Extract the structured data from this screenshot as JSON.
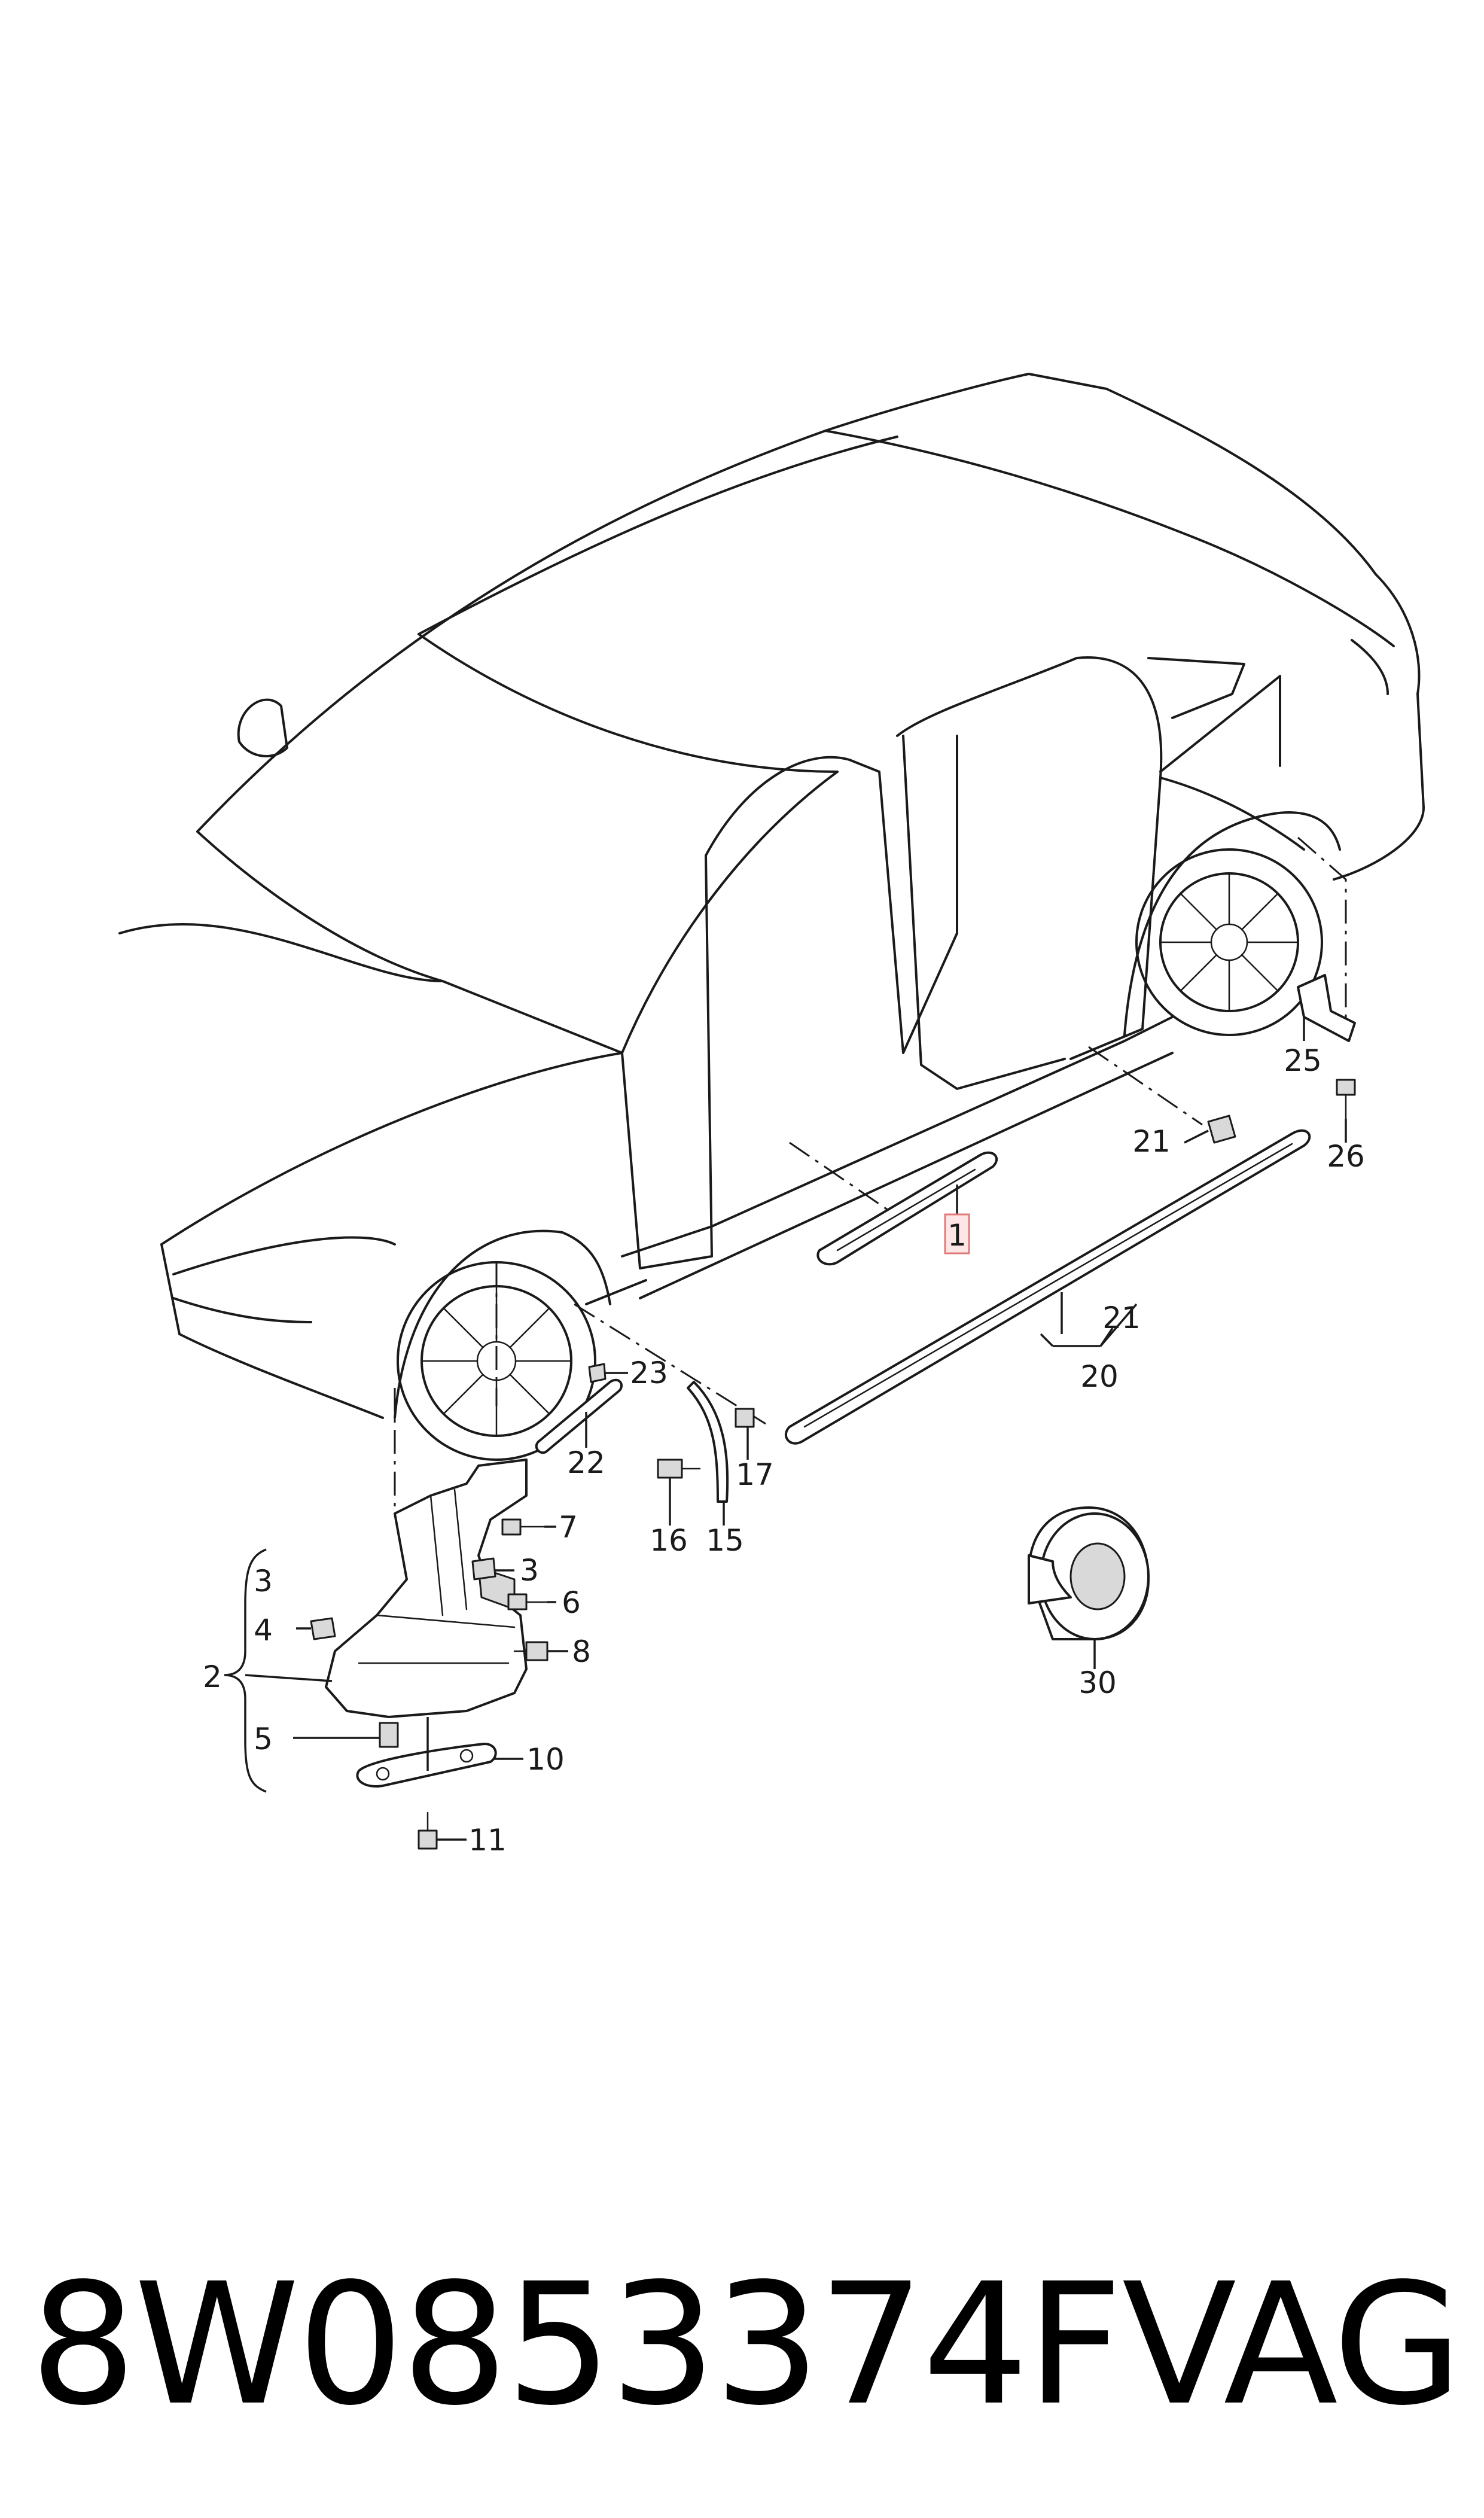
{
  "part_number": "8W0853374F",
  "brand": "VAG",
  "highlighted_callout": "1",
  "highlight_color": "#ffe6e6",
  "callouts": {
    "c1": "1",
    "c2": "2",
    "c3a": "3",
    "c3b": "3",
    "c4": "4",
    "c5": "5",
    "c6": "6",
    "c7": "7",
    "c8": "8",
    "c10": "10",
    "c11": "11",
    "c15": "15",
    "c16": "16",
    "c17": "17",
    "c20": "20",
    "c21a": "21",
    "c21b": "21",
    "c22": "22",
    "c23": "23",
    "c25": "25",
    "c26": "26",
    "c30": "30"
  }
}
